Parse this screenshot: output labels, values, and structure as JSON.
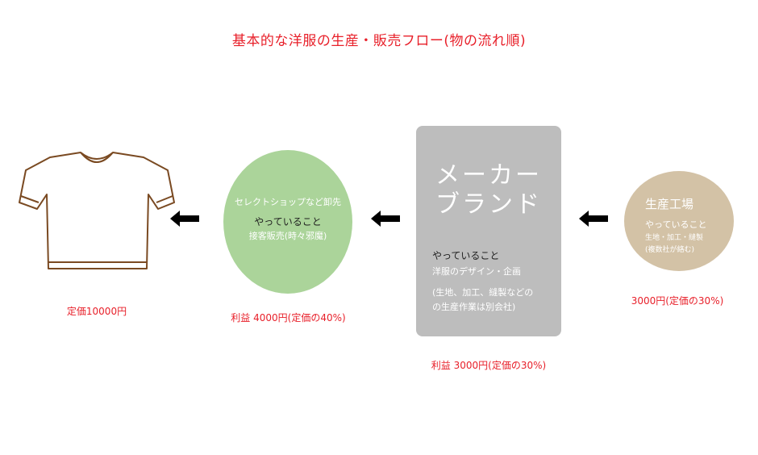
{
  "title": "基本的な洋服の生産・販売フロー(物の流れ順)",
  "colors": {
    "accent_red": "#e8202a",
    "shop_green": "#abd49a",
    "brand_gray": "#bdbdbd",
    "factory_tan": "#d3c2a6",
    "tshirt_outline": "#7a4a22",
    "arrow": "#000000"
  },
  "icons": {
    "product": "tshirt-icon",
    "flow_arrow": "arrow-left-icon"
  },
  "product": {
    "price": "定価10000円"
  },
  "shop": {
    "title": "セレクトショップなど卸先",
    "todo_label": "やっていること",
    "todo_desc": "接客販売(時々邪魔)",
    "profit": "利益 4000円(定価の40%)"
  },
  "brand": {
    "title_line1": "メーカー",
    "title_line2": "ブランド",
    "todo_label": "やっていること",
    "todo_desc": "洋服のデザイン・企画",
    "note_line1": "(生地、加工、縫製などの",
    "note_line2": "の生産作業は別会社)",
    "profit": "利益 3000円(定価の30%)"
  },
  "factory": {
    "title": "生産工場",
    "todo_label": "やっていること",
    "todo_line1": "生地・加工・縫製",
    "todo_line2": "(複数社が絡む)",
    "cost": "3000円(定価の30%)"
  }
}
